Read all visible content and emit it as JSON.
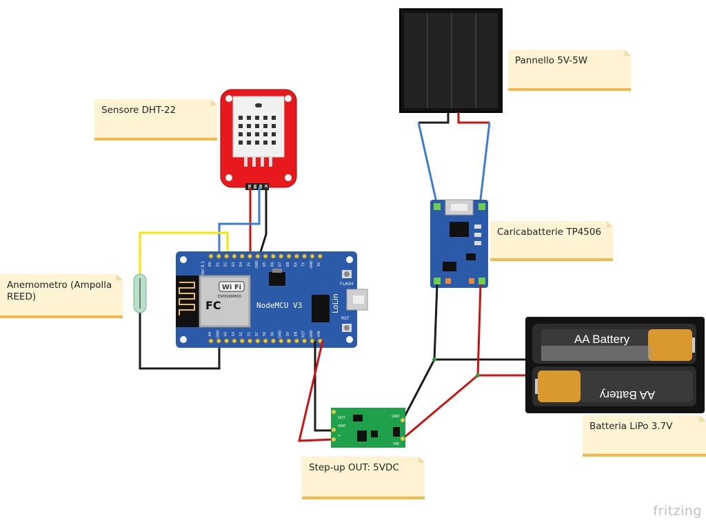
{
  "labels": {
    "sensor": "Sensore DHT-22",
    "panel": "Pannello 5V-5W",
    "charger": "Caricabatterie TP4506",
    "anemometer": "Anemometro (Ampolla REED)",
    "battery": "Batteria LiPo 3.7V",
    "stepup": "Step-up OUT: 5VDC"
  },
  "board": {
    "name": "NodeMCU V3",
    "brand": "LoLin",
    "flash": "FLASH",
    "rst": "RST",
    "version": "Ver 0.1",
    "wifi": "Wi Fi",
    "module": "ESP8266MOD",
    "fc": "FC",
    "top_pins": [
      "D0",
      "D1",
      "D2",
      "D3",
      "D4",
      "3V",
      "GND",
      "D5",
      "D6",
      "D7",
      "D8",
      "RX",
      "TX",
      "GND",
      "3V"
    ],
    "bottom_pins": [
      "A0",
      "GND",
      "VU",
      "S3",
      "S2",
      "S1",
      "SC",
      "S0",
      "SK",
      "GND",
      "3V",
      "EN",
      "RST",
      "GND",
      "VIN"
    ]
  },
  "battery": {
    "label_top": "AA Battery",
    "label_bottom": "AA Battery"
  },
  "stepup_pins": {
    "left_top": "OUT",
    "left_mid": "GND",
    "left_bot": "+",
    "right_top": "GND",
    "right_bot": "VIN"
  },
  "colors": {
    "wire_blue": "#3a7bd5",
    "wire_red": "#cc1111",
    "wire_black": "#1a1a1a",
    "wire_yellow": "#f5e600",
    "board_blue": "#2a5aa8",
    "sensor_red": "#e8191c",
    "note_bg": "#fff3d4",
    "note_shadow": "#f5b84a"
  },
  "footer": {
    "brand": "fritzing"
  }
}
